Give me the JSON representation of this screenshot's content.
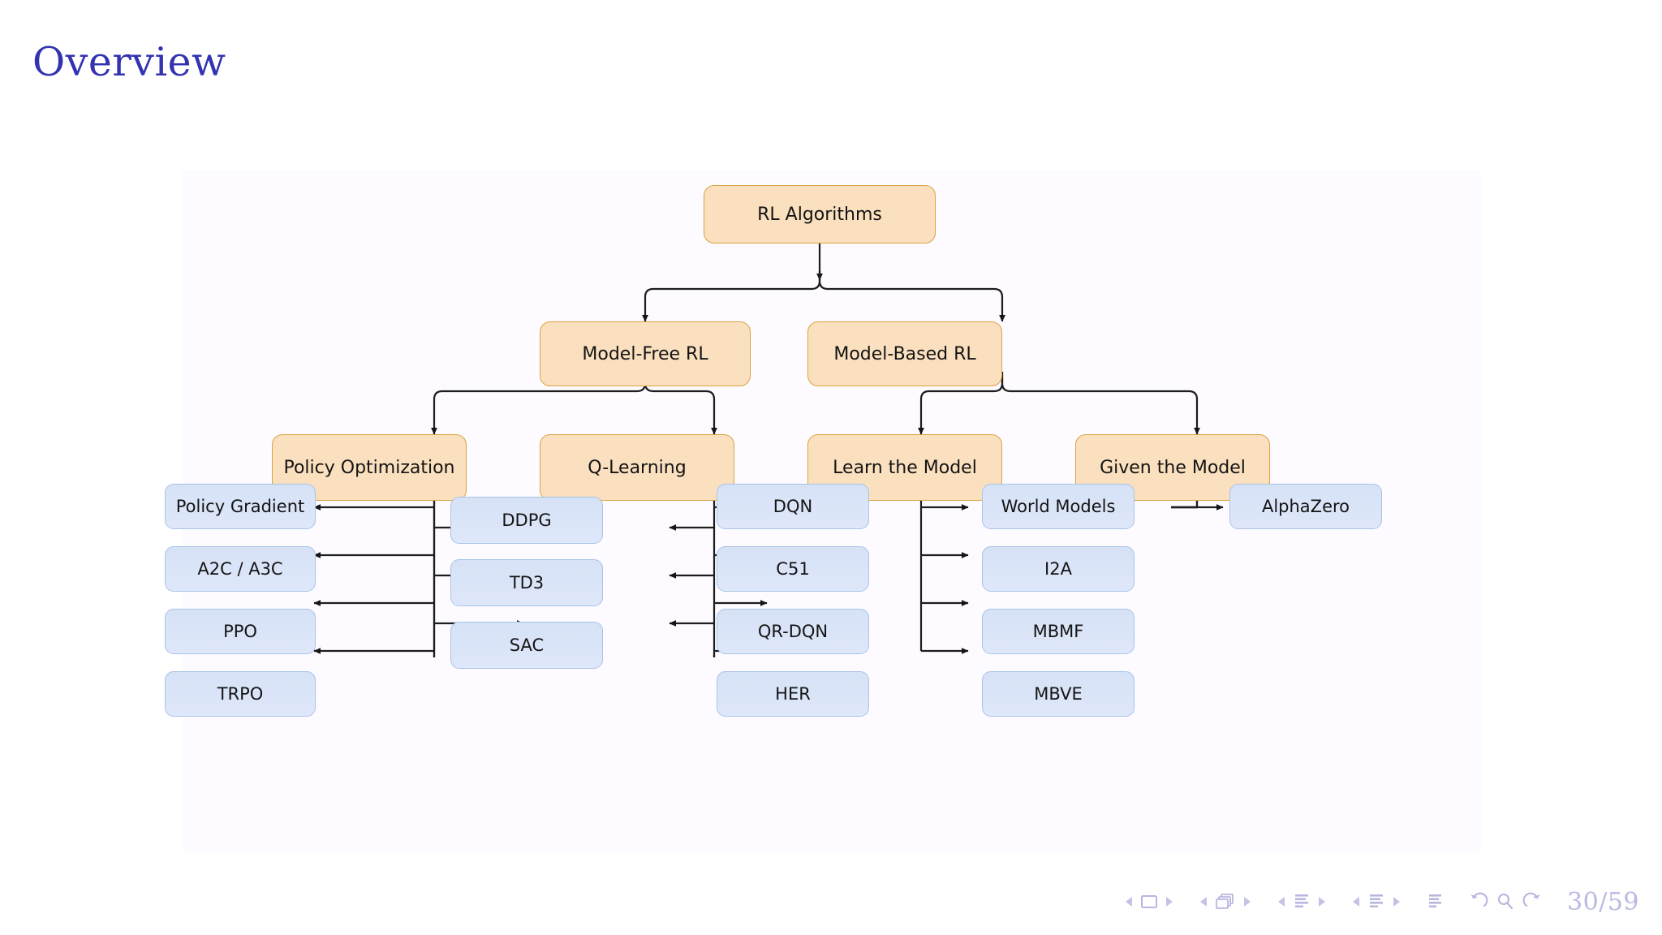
{
  "slide": {
    "title": "Overview",
    "title_color": "#3333b2",
    "page_indicator": "30/59"
  },
  "diagram": {
    "type": "tree-taxonomy",
    "panel_background": "#fdfbff",
    "category_fill": "#fbe0bf",
    "category_border": "#d9a441",
    "leaf_fill": "#d9e4f7",
    "leaf_border": "#a9c4e6",
    "edge_color": "#1d1d1d",
    "root": {
      "label": "RL Algorithms"
    },
    "level2": [
      {
        "label": "Model-Free RL"
      },
      {
        "label": "Model-Based RL"
      }
    ],
    "level3": [
      {
        "label": "Policy Optimization"
      },
      {
        "label": "Q-Learning"
      },
      {
        "label": "Learn the Model"
      },
      {
        "label": "Given the Model"
      }
    ],
    "leaves_policy_optimization": [
      {
        "label": "Policy Gradient"
      },
      {
        "label": "A2C / A3C"
      },
      {
        "label": "PPO"
      },
      {
        "label": "TRPO"
      }
    ],
    "leaves_shared": [
      {
        "label": "DDPG"
      },
      {
        "label": "TD3"
      },
      {
        "label": "SAC"
      }
    ],
    "leaves_q_learning": [
      {
        "label": "DQN"
      },
      {
        "label": "C51"
      },
      {
        "label": "QR-DQN"
      },
      {
        "label": "HER"
      }
    ],
    "leaves_learn_the_model": [
      {
        "label": "World Models"
      },
      {
        "label": "I2A"
      },
      {
        "label": "MBMF"
      },
      {
        "label": "MBVE"
      }
    ],
    "leaves_given_the_model": [
      {
        "label": "AlphaZero"
      }
    ]
  },
  "navigation": {
    "icons": [
      "prev-slide-icon",
      "slide-icon",
      "next-slide-icon",
      "prev-frame-icon",
      "frame-icon",
      "next-frame-icon",
      "prev-subsection-icon",
      "subsection-icon",
      "next-subsection-icon",
      "prev-section-icon",
      "section-icon",
      "next-section-icon",
      "document-icon",
      "back-icon",
      "search-icon",
      "forward-icon"
    ]
  }
}
